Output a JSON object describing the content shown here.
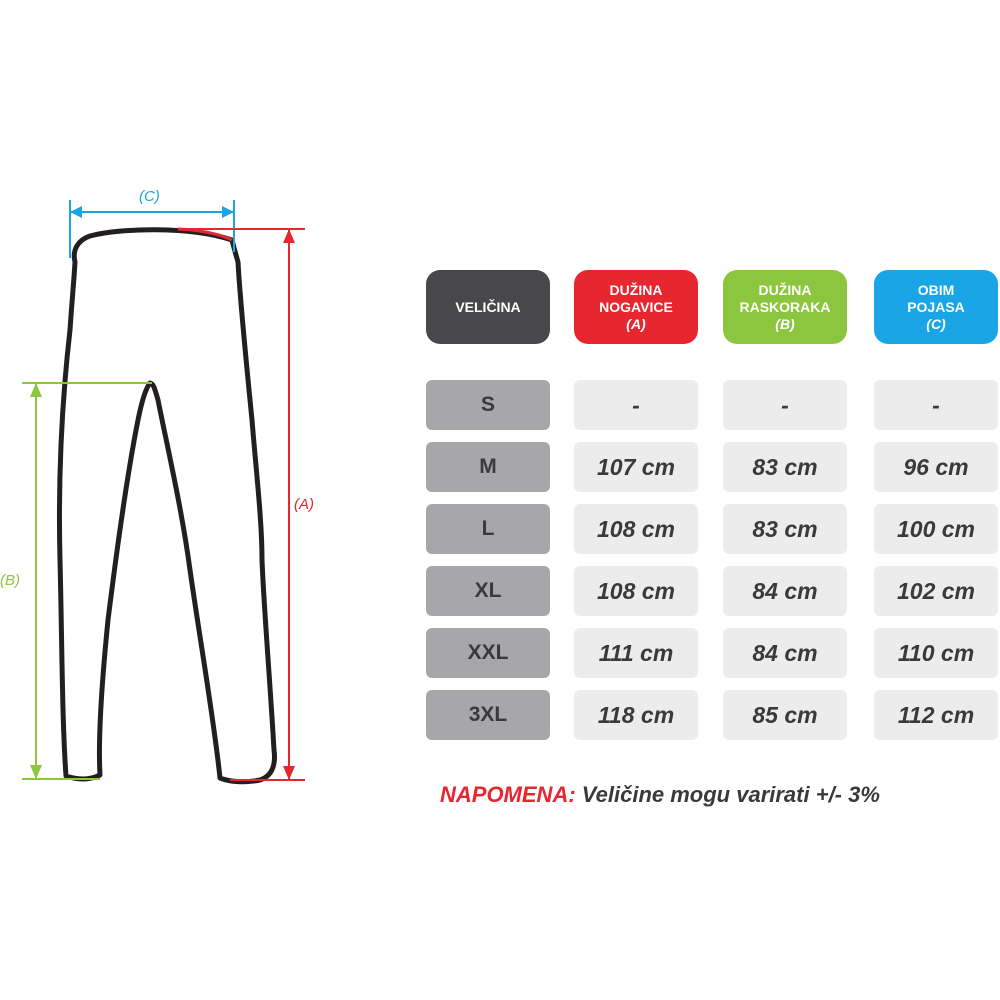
{
  "colors": {
    "size_header": "#48484a",
    "length_header": "#e8262f",
    "inseam_header": "#8cc63f",
    "waist_header": "#1aa6e6",
    "size_cell": "#a7a7a9",
    "value_cell": "#ececec",
    "outline": "#231f20"
  },
  "diagram": {
    "label_a": "(A)",
    "label_b": "(B)",
    "label_c": "(C)"
  },
  "table": {
    "headers": {
      "size": {
        "line1": "VELIČINA"
      },
      "length": {
        "line1": "DUŽINA",
        "line2": "NOGAVICE",
        "line3": "(A)"
      },
      "inseam": {
        "line1": "DUŽINA",
        "line2": "RASKORAKA",
        "line3": "(B)"
      },
      "waist": {
        "line1": "OBIM",
        "line2": "POJASA",
        "line3": "(C)"
      }
    },
    "rows": [
      {
        "size": "S",
        "length": "-",
        "inseam": "-",
        "waist": "-"
      },
      {
        "size": "M",
        "length": "107 cm",
        "inseam": "83 cm",
        "waist": "96 cm"
      },
      {
        "size": "L",
        "length": "108 cm",
        "inseam": "83 cm",
        "waist": "100 cm"
      },
      {
        "size": "XL",
        "length": "108 cm",
        "inseam": "84 cm",
        "waist": "102 cm"
      },
      {
        "size": "XXL",
        "length": "111 cm",
        "inseam": "84 cm",
        "waist": "110 cm"
      },
      {
        "size": "3XL",
        "length": "118 cm",
        "inseam": "85 cm",
        "waist": "112 cm"
      }
    ]
  },
  "note": {
    "label": "NAPOMENA:",
    "text": " Veličine mogu varirati +/- 3%"
  }
}
